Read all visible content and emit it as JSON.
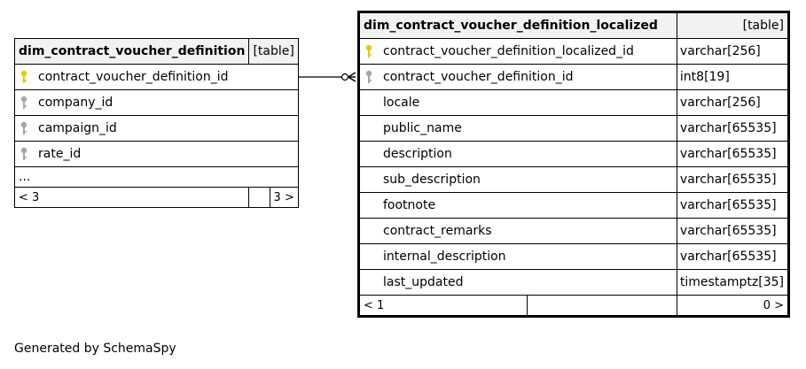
{
  "parent_table": {
    "name": "dim_contract_voucher_definition",
    "kind": "[table]",
    "columns": [
      {
        "name": "contract_voucher_definition_id",
        "key": "primary"
      },
      {
        "name": "company_id",
        "key": "foreign"
      },
      {
        "name": "campaign_id",
        "key": "foreign"
      },
      {
        "name": "rate_id",
        "key": "foreign"
      }
    ],
    "more": "...",
    "footer": {
      "left": "< 3",
      "right": "3 >"
    }
  },
  "child_table": {
    "name": "dim_contract_voucher_definition_localized",
    "kind": "[table]",
    "columns": [
      {
        "name": "contract_voucher_definition_localized_id",
        "type": "varchar[256]",
        "key": "primary"
      },
      {
        "name": "contract_voucher_definition_id",
        "type": "int8[19]",
        "key": "foreign"
      },
      {
        "name": "locale",
        "type": "varchar[256]",
        "key": ""
      },
      {
        "name": "public_name",
        "type": "varchar[65535]",
        "key": ""
      },
      {
        "name": "description",
        "type": "varchar[65535]",
        "key": ""
      },
      {
        "name": "sub_description",
        "type": "varchar[65535]",
        "key": ""
      },
      {
        "name": "footnote",
        "type": "varchar[65535]",
        "key": ""
      },
      {
        "name": "contract_remarks",
        "type": "varchar[65535]",
        "key": ""
      },
      {
        "name": "internal_description",
        "type": "varchar[65535]",
        "key": ""
      },
      {
        "name": "last_updated",
        "type": "timestamptz[35]",
        "key": ""
      }
    ],
    "footer": {
      "left": "< 1",
      "right": "0 >"
    }
  },
  "colors": {
    "primary_key": "#e6c800",
    "foreign_key": "#a6a6a6",
    "header_bg": "#f2f2f2"
  },
  "icons": {
    "primary": "primary-key-icon",
    "foreign": "foreign-key-icon"
  },
  "generated_by": "Generated by SchemaSpy"
}
